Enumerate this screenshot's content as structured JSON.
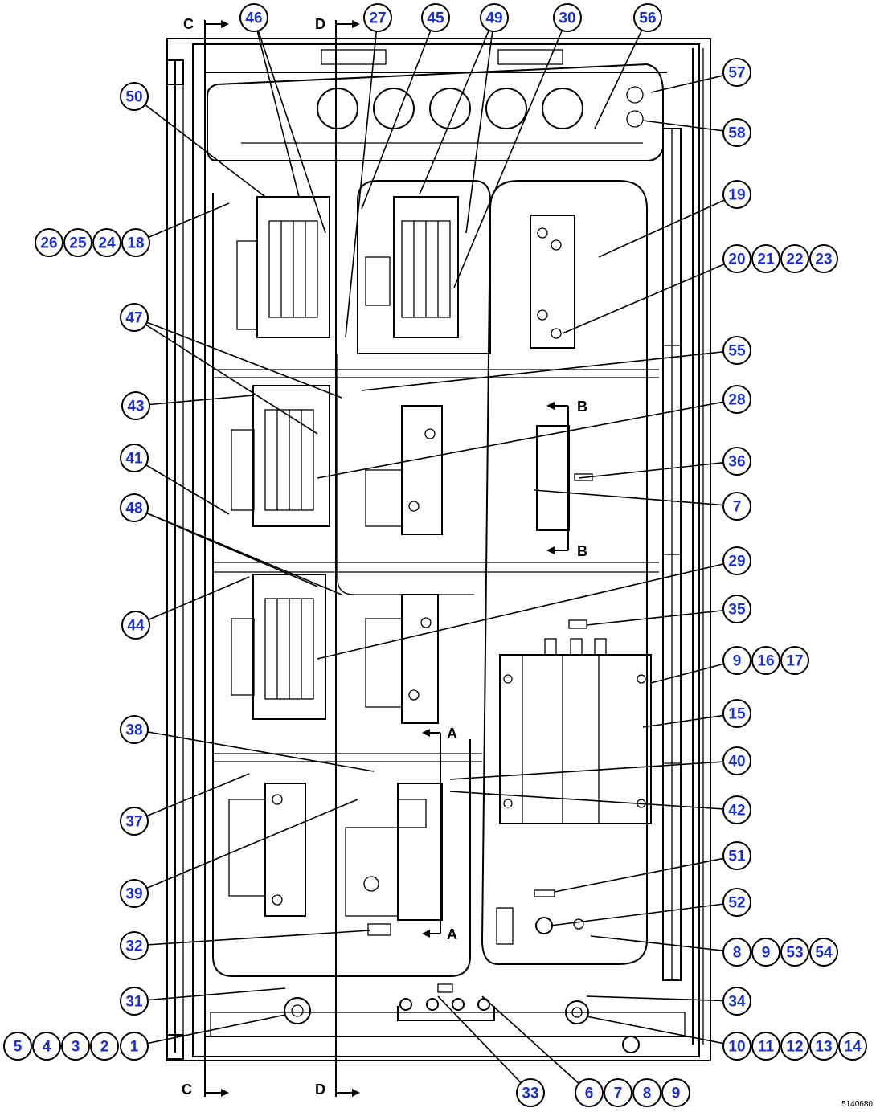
{
  "diagram": {
    "reference_code": "5140680",
    "section_markers": [
      {
        "id": "c-top",
        "label": "C"
      },
      {
        "id": "d-top",
        "label": "D"
      },
      {
        "id": "c-bottom",
        "label": "C"
      },
      {
        "id": "d-bottom",
        "label": "D"
      },
      {
        "id": "b-top",
        "label": "B"
      },
      {
        "id": "b-bottom",
        "label": "B"
      },
      {
        "id": "a-top",
        "label": "A"
      },
      {
        "id": "a-bottom",
        "label": "A"
      }
    ],
    "callouts": [
      {
        "id": "c46",
        "label": "46"
      },
      {
        "id": "c27",
        "label": "27"
      },
      {
        "id": "c45",
        "label": "45"
      },
      {
        "id": "c49",
        "label": "49"
      },
      {
        "id": "c30",
        "label": "30"
      },
      {
        "id": "c56",
        "label": "56"
      },
      {
        "id": "c57",
        "label": "57"
      },
      {
        "id": "c50",
        "label": "50"
      },
      {
        "id": "c58",
        "label": "58"
      },
      {
        "id": "c19",
        "label": "19"
      },
      {
        "id": "c26",
        "label": "26"
      },
      {
        "id": "c25",
        "label": "25"
      },
      {
        "id": "c24",
        "label": "24"
      },
      {
        "id": "c18",
        "label": "18"
      },
      {
        "id": "c20",
        "label": "20"
      },
      {
        "id": "c21",
        "label": "21"
      },
      {
        "id": "c22",
        "label": "22"
      },
      {
        "id": "c23",
        "label": "23"
      },
      {
        "id": "c47",
        "label": "47"
      },
      {
        "id": "c55",
        "label": "55"
      },
      {
        "id": "c43",
        "label": "43"
      },
      {
        "id": "c28",
        "label": "28"
      },
      {
        "id": "c41",
        "label": "41"
      },
      {
        "id": "c36",
        "label": "36"
      },
      {
        "id": "c7a",
        "label": "7"
      },
      {
        "id": "c48",
        "label": "48"
      },
      {
        "id": "c29",
        "label": "29"
      },
      {
        "id": "c35",
        "label": "35"
      },
      {
        "id": "c44",
        "label": "44"
      },
      {
        "id": "c9a",
        "label": "9"
      },
      {
        "id": "c16",
        "label": "16"
      },
      {
        "id": "c17",
        "label": "17"
      },
      {
        "id": "c15",
        "label": "15"
      },
      {
        "id": "c38",
        "label": "38"
      },
      {
        "id": "c40",
        "label": "40"
      },
      {
        "id": "c42",
        "label": "42"
      },
      {
        "id": "c37",
        "label": "37"
      },
      {
        "id": "c51",
        "label": "51"
      },
      {
        "id": "c39",
        "label": "39"
      },
      {
        "id": "c52",
        "label": "52"
      },
      {
        "id": "c32",
        "label": "32"
      },
      {
        "id": "c8a",
        "label": "8"
      },
      {
        "id": "c9b",
        "label": "9"
      },
      {
        "id": "c53",
        "label": "53"
      },
      {
        "id": "c54",
        "label": "54"
      },
      {
        "id": "c31",
        "label": "31"
      },
      {
        "id": "c34",
        "label": "34"
      },
      {
        "id": "c5",
        "label": "5"
      },
      {
        "id": "c4",
        "label": "4"
      },
      {
        "id": "c3",
        "label": "3"
      },
      {
        "id": "c2",
        "label": "2"
      },
      {
        "id": "c1",
        "label": "1"
      },
      {
        "id": "c10",
        "label": "10"
      },
      {
        "id": "c11",
        "label": "11"
      },
      {
        "id": "c12",
        "label": "12"
      },
      {
        "id": "c13",
        "label": "13"
      },
      {
        "id": "c14",
        "label": "14"
      },
      {
        "id": "c33",
        "label": "33"
      },
      {
        "id": "c6",
        "label": "6"
      },
      {
        "id": "c7b",
        "label": "7"
      },
      {
        "id": "c8b",
        "label": "8"
      },
      {
        "id": "c9c",
        "label": "9"
      }
    ]
  }
}
